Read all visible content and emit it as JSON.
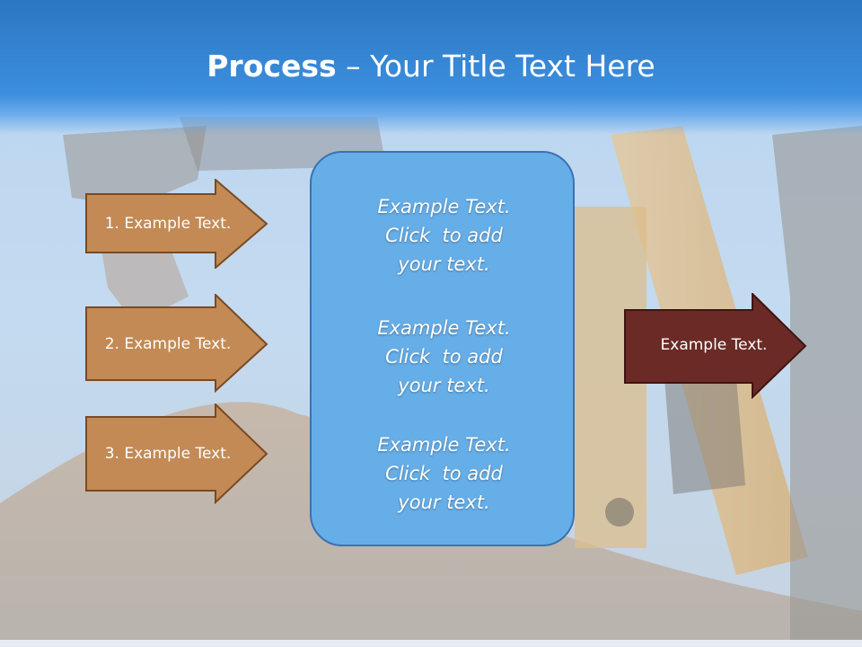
{
  "title": {
    "bold": "Process",
    "rest": " – Your Title Text Here"
  },
  "left_arrows": [
    {
      "label": "1. Example Text."
    },
    {
      "label": "2. Example Text."
    },
    {
      "label": "3. Example Text."
    }
  ],
  "center_box": {
    "items": [
      {
        "line1": "Example Text.",
        "line2": "Click  to add",
        "line3": "your text."
      },
      {
        "line1": "Example Text.",
        "line2": "Click  to add",
        "line3": "your text."
      },
      {
        "line1": "Example Text.",
        "line2": "Click  to add",
        "line3": "your text."
      }
    ]
  },
  "right_arrow": {
    "label": "Example Text."
  },
  "colors": {
    "title_bar": "#2d76c3",
    "left_arrow_fill": "#c38a55",
    "left_arrow_border": "#7a4a22",
    "center_box_fill": "#66aee8",
    "center_box_border": "#3a72b0",
    "right_arrow_fill": "#6b2a26",
    "right_arrow_border": "#3f1411"
  },
  "background": {
    "description_icon": "backhoe-digger-photo"
  }
}
